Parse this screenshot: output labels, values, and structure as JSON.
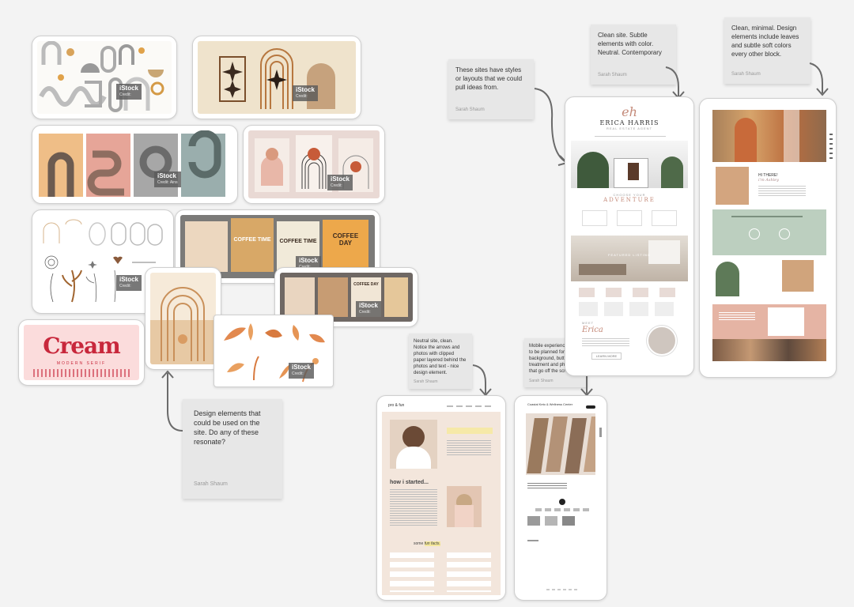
{
  "colors": {
    "canvas": "#f3f3f3",
    "sticky": "#e7e7e7",
    "terracotta": "#c75b39",
    "sage": "#b9cbbd",
    "blush": "#e7b4a9",
    "tan": "#d8b68c",
    "coffee": "#6b4a36",
    "cream_pink": "#f9d6d6",
    "cream_red": "#c8283c"
  },
  "stock": {
    "brand": "iStock",
    "credit_1": "Credit: Ains",
    "credit_2": "Credit:"
  },
  "art_text": {
    "coffee_time": "COFFEE TIME",
    "coffee_time_2": "COFFEE TIME",
    "coffee_day": "COFFEE DAY",
    "coffee_day_small": "COFFEE DAY",
    "cream_word": "Cream",
    "cream_sub": "MODERN SERIF"
  },
  "notes": {
    "style_sites": {
      "text": "These sites have styles or layouts that we could pull ideas from.",
      "author": "Sarah Shaum"
    },
    "clean_site": {
      "text": "Clean site. Subtle elements with color. Neutral. Contemporary",
      "author": "Sarah Shaum"
    },
    "clean_minimal": {
      "text": "Clean, minimal. Design elements include leaves and subtle soft colors every other block.",
      "author": "Sarah Shaum"
    },
    "neutral_site": {
      "text": "Neutral site, clean. Notice the arrows and  photos with clipped paper layered behind the photos and text - nice design element.",
      "author": "Sarah Shaum"
    },
    "mobile": {
      "text": "Mobile experience needs to be planned for. Tan background, button treatment and photos that go off the screen.",
      "author": "Sarah Shaum"
    },
    "design_elements": {
      "text": "Design elements that could be used on the site. Do any of these resonate?",
      "author": "Sarah Shaum"
    }
  },
  "site_erica": {
    "name": "ERICA HARRIS",
    "sub": "REAL ESTATE AGENT",
    "choose": "CHOOSE YOUR",
    "adventure": "ADVENTURE",
    "featured": "FEATURED LISTING",
    "meet": "MEET",
    "sig": "Erica",
    "cta": "LEARN MORE"
  },
  "site_two": {
    "hi": "HI THERE!",
    "sig": "i'm Ashley"
  },
  "site_three": {
    "logo": "pro & fun",
    "how": "how i started...",
    "facts_pre": "some",
    "facts_hl": "fun facts."
  },
  "site_mobile": {
    "header": "Coastal Keto & Wellness Center"
  }
}
